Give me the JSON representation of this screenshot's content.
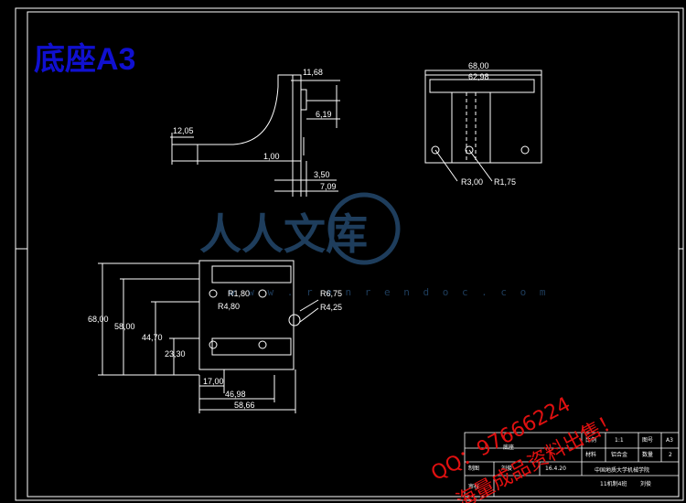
{
  "title": "底座A3",
  "watermark": {
    "main": "人人文库",
    "url": "w w w . r e n r e n d o c . c o m"
  },
  "ad": {
    "qq": "QQ：97666224",
    "slogan": "海量成品资料出售！"
  },
  "colors": {
    "background": "#000000",
    "lines": "#ffffff",
    "title": "#1010d0",
    "ad": "#e01010",
    "watermark": "#1e3d5c"
  },
  "views": {
    "side": {
      "dims": [
        "11,68",
        "6,19",
        "12,05",
        "1,00",
        "3,50",
        "7,09"
      ]
    },
    "front": {
      "dims": [
        "68,00",
        "62,98",
        "R3,00",
        "R1,75"
      ]
    },
    "top": {
      "dims": [
        "R1,80",
        "R4,80",
        "R6,75",
        "R4,25",
        "68,00",
        "58,00",
        "44,70",
        "23,30",
        "17,00",
        "46,98",
        "58,66"
      ]
    }
  },
  "title_block": {
    "drawing_name": "底座",
    "scale_label": "比例",
    "scale_value": "1:1",
    "sheet_label": "图号",
    "sheet_value": "A3",
    "material_label": "材料",
    "material_value": "铝合金",
    "qty_label": "数量",
    "qty_value": "2",
    "designer_label": "制图",
    "designer_value": "刘俊",
    "checker_label": "审核",
    "date": "16.4.20",
    "school": "中国地质大学机械学院",
    "class_name": "11机制4班",
    "student": "刘俊"
  }
}
